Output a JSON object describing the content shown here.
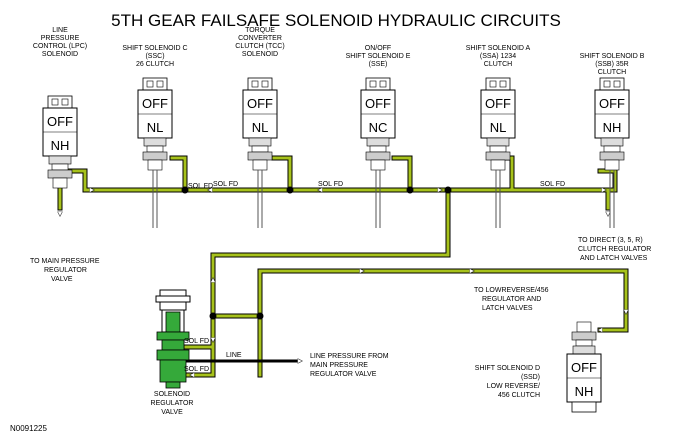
{
  "title": "5TH GEAR FAILSAFE SOLENOID HYDRAULIC CIRCUITS",
  "figure_id": "N0091225",
  "solenoids": [
    {
      "label": [
        "LINE",
        "PRESSURE",
        "CONTROL (LPC)",
        "SOLENOID"
      ],
      "state": "OFF",
      "type": "NH"
    },
    {
      "label": [
        "SHIFT SOLENOID C",
        "(SSC)",
        "26 CLUTCH"
      ],
      "state": "OFF",
      "type": "NL"
    },
    {
      "label": [
        "TORQUE",
        "CONVERTER",
        "CLUTCH (TCC)",
        "SOLENOID"
      ],
      "state": "OFF",
      "type": "NL"
    },
    {
      "label": [
        "ON/OFF",
        "SHIFT SOLENOID E",
        "(SSE)"
      ],
      "state": "OFF",
      "type": "NC"
    },
    {
      "label": [
        "SHIFT SOLENOID A",
        "(SSA) 1234",
        "CLUTCH"
      ],
      "state": "OFF",
      "type": "NL"
    },
    {
      "label": [
        "SHIFT SOLENOID B",
        "(SSB) 35R",
        "CLUTCH"
      ],
      "state": "OFF",
      "type": "NH"
    },
    {
      "label": [
        "SHIFT SOLENOID D",
        "(SSD)",
        "LOW REVERSE/",
        "456 CLUTCH"
      ],
      "state": "OFF",
      "type": "NH"
    }
  ],
  "labels": {
    "sol_fd": "SOL FD",
    "line": "LINE",
    "to_main": [
      "TO MAIN PRESSURE",
      "REGULATOR",
      "VALVE"
    ],
    "to_direct": [
      "TO DIRECT (3, 5, R)",
      "CLUTCH REGULATOR",
      "AND LATCH VALVES"
    ],
    "to_lowrev": [
      "TO LOWREVERSE/456",
      "REGULATOR AND",
      "LATCH VALVES"
    ],
    "line_from": [
      "LINE PRESSURE FROM",
      "MAIN PRESSURE",
      "REGULATOR VALVE"
    ],
    "reg_valve": [
      "SOLENOID",
      "REGULATOR",
      "VALVE"
    ]
  },
  "colors": {
    "fluid": "#a7c21b",
    "valve": "#35a93a"
  }
}
